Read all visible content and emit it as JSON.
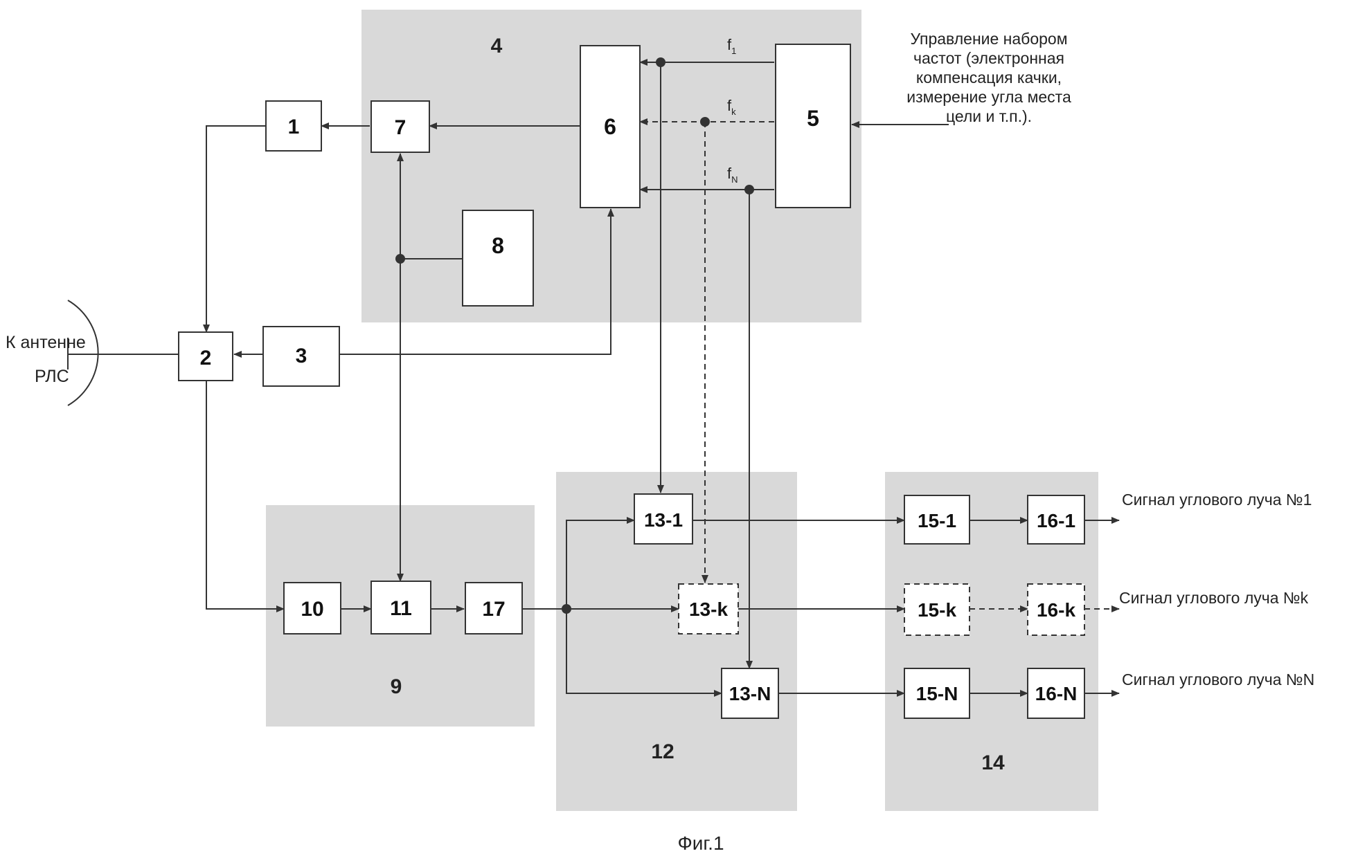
{
  "blocks": {
    "b1": "1",
    "b2": "2",
    "b3": "3",
    "b4": "4",
    "b5": "5",
    "b6": "6",
    "b7": "7",
    "b8": "8",
    "b9": "9",
    "b10": "10",
    "b11": "11",
    "b12": "12",
    "b14": "14",
    "b17": "17",
    "b13_1": "13-1",
    "b13_k": "13-k",
    "b13_N": "13-N",
    "b15_1": "15-1",
    "b15_k": "15-k",
    "b15_N": "15-N",
    "b16_1": "16-1",
    "b16_k": "16-k",
    "b16_N": "16-N"
  },
  "frequencies": {
    "f1": {
      "base": "f",
      "sub": "1"
    },
    "fk": {
      "base": "f",
      "sub": "k"
    },
    "fN": {
      "base": "f",
      "sub": "N"
    }
  },
  "control_note": [
    "Управление набором",
    "частот (электронная",
    "компенсация качки,",
    "измерение угла места",
    "цели и т.п.)."
  ],
  "antenna": {
    "line1": "К антенне",
    "line2": "РЛС"
  },
  "outputs": {
    "out1": "Сигнал углового луча №1",
    "outk": "Сигнал углового луча №k",
    "outN": "Сигнал углового луча №N"
  },
  "caption": "Фиг.1",
  "colors": {
    "group_fill": "#d9d9d9",
    "block_fill": "#ffffff",
    "line": "#333333"
  }
}
